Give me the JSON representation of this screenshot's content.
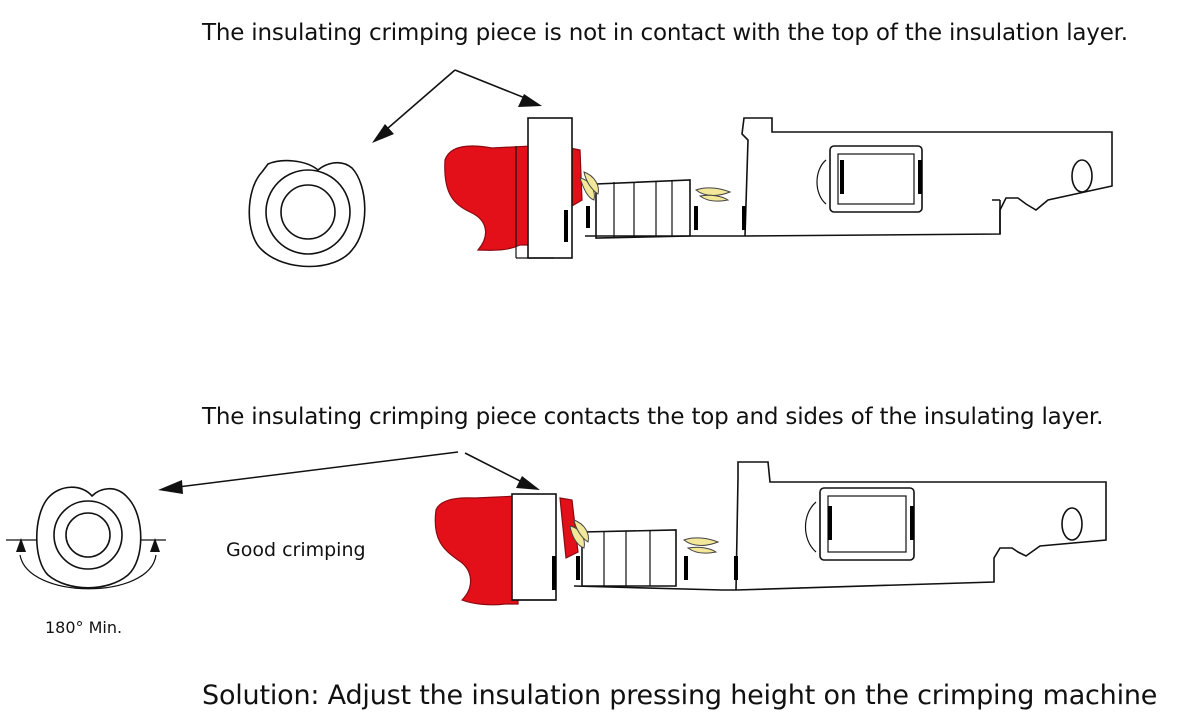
{
  "captions": {
    "top": "The insulating crimping piece is not in contact with the top of the insulation layer.",
    "bottom": "The insulating crimping piece contacts the top and sides of the insulating layer.",
    "good_label": "Good crimping",
    "angle_label": "180° Min.",
    "solution": "Solution: Adjust the insulation pressing height on the crimping machine"
  },
  "colors": {
    "insulation": "#e3101a",
    "wire_strands": "#f3e79a",
    "lines": "#111111"
  }
}
